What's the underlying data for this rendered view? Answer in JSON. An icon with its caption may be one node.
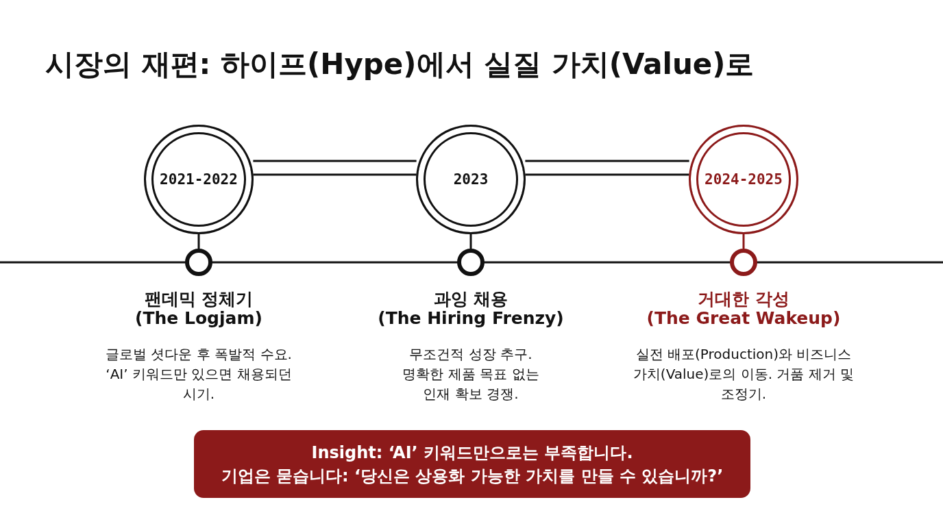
{
  "diagram": {
    "title": "시장의 재편: 하이프(Hype)에서 실질 가치(Value)로",
    "nodes": [
      {
        "text": [
          "2021-2022"
        ]
      },
      {
        "text": [
          "2023"
        ]
      },
      {
        "text": [
          "2024-2025"
        ]
      },
      {
        "text": [],
        "shape": "circle",
        "beside": [
          "팬데믹 정체기",
          "(The Logjam)",
          "글로벌 셧다운 후 폭발적 수요. ‘AI’ 키워드만 있으면 채용되던 시기."
        ]
      },
      {
        "text": [],
        "shape": "circle",
        "beside": [
          "과잉 채용",
          "(The Hiring Frenzy)",
          "무조건적 성장 추구. 명확한 제품 목표 없는 인재 확보 경쟁."
        ]
      },
      {
        "text": [],
        "shape": "circle",
        "beside": [
          "거대한 각성",
          "(The Great Wakeup)",
          "실전 배포(Production)와 비즈니스 가치(Value)로의 이동. 거품 제거 및 조정기."
        ]
      },
      {
        "text": [
          "Insight: ‘AI’ 키워드만으로는 부족합니다.",
          "기업은 묻습니다: ‘당신은 상용화 가능한 가치를 만들 수 있습니까?’"
        ]
      }
    ],
    "edges": [
      {
        "from": 0,
        "to": 1,
        "arrow": "none"
      },
      {
        "from": 1,
        "to": 2,
        "arrow": "none"
      },
      {
        "from": 0,
        "to": 3,
        "arrow": "none"
      },
      {
        "from": 1,
        "to": 4,
        "arrow": "none"
      },
      {
        "from": 2,
        "to": 5,
        "arrow": "none",
        "color": "#8c1a1a"
      }
    ]
  }
}
